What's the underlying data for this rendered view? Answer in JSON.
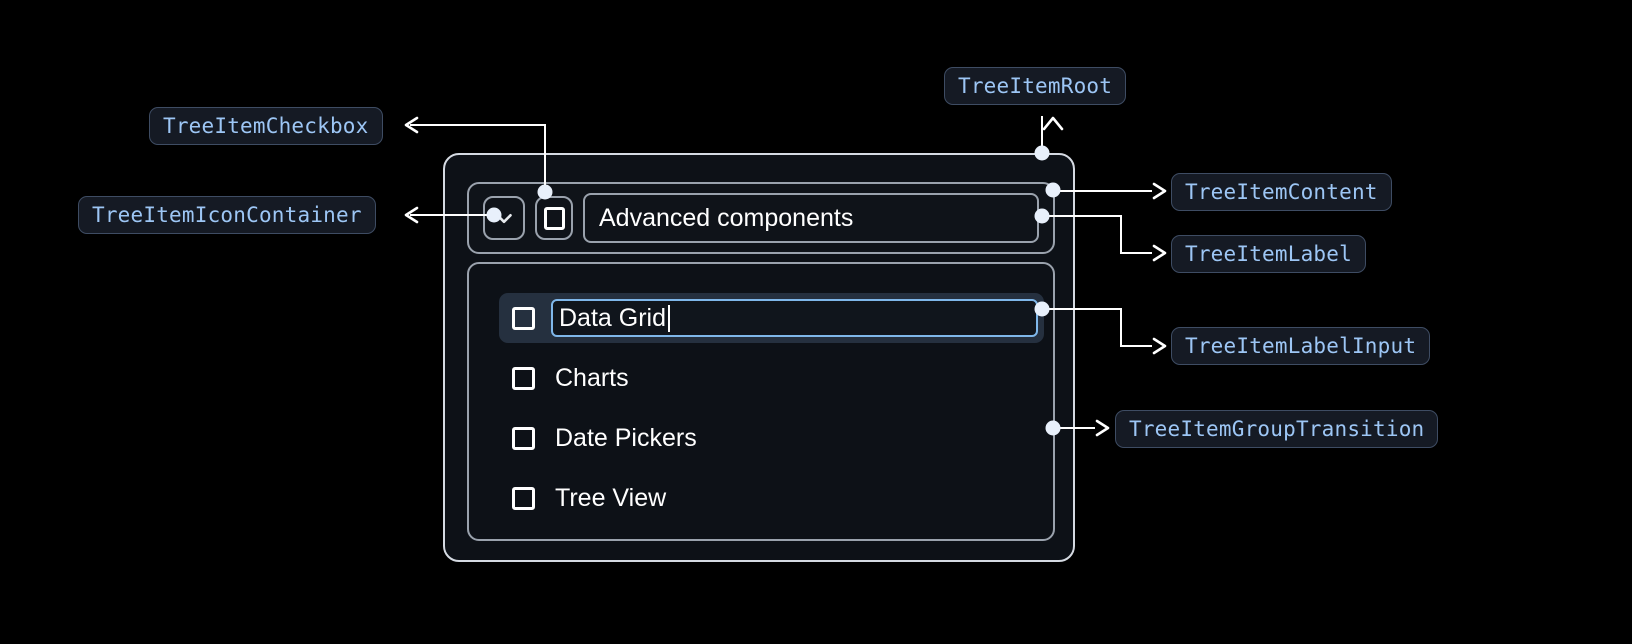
{
  "theme": {
    "background": "#000000",
    "chip_bg": "#151a24",
    "chip_border": "#3e4c63",
    "chip_text": "#9dc6f5",
    "root_border": "#d5dae2",
    "panel_border": "#9aa2ad",
    "panel_bg": "#0d1117",
    "selected_row_bg": "#25303f",
    "input_border": "#7fb7ea",
    "connector": "#ffffff",
    "dot": "#e8f0fb",
    "item_text": "#ffffff"
  },
  "annotations": {
    "tree_item_root": "TreeItemRoot",
    "tree_item_checkbox": "TreeItemCheckbox",
    "tree_item_icon_container": "TreeItemIconContainer",
    "tree_item_content": "TreeItemContent",
    "tree_item_label": "TreeItemLabel",
    "tree_item_label_input": "TreeItemLabelInput",
    "tree_item_group_transition": "TreeItemGroupTransition"
  },
  "tree": {
    "root_item": {
      "label": "Advanced components",
      "expanded": true,
      "checked": false,
      "icon": "chevron-down-icon"
    },
    "children": [
      {
        "label": "Data Grid",
        "checked": false,
        "editing": true,
        "selected": true
      },
      {
        "label": "Charts",
        "checked": false,
        "editing": false,
        "selected": false
      },
      {
        "label": "Date Pickers",
        "checked": false,
        "editing": false,
        "selected": false
      },
      {
        "label": "Tree View",
        "checked": false,
        "editing": false,
        "selected": false
      }
    ]
  }
}
